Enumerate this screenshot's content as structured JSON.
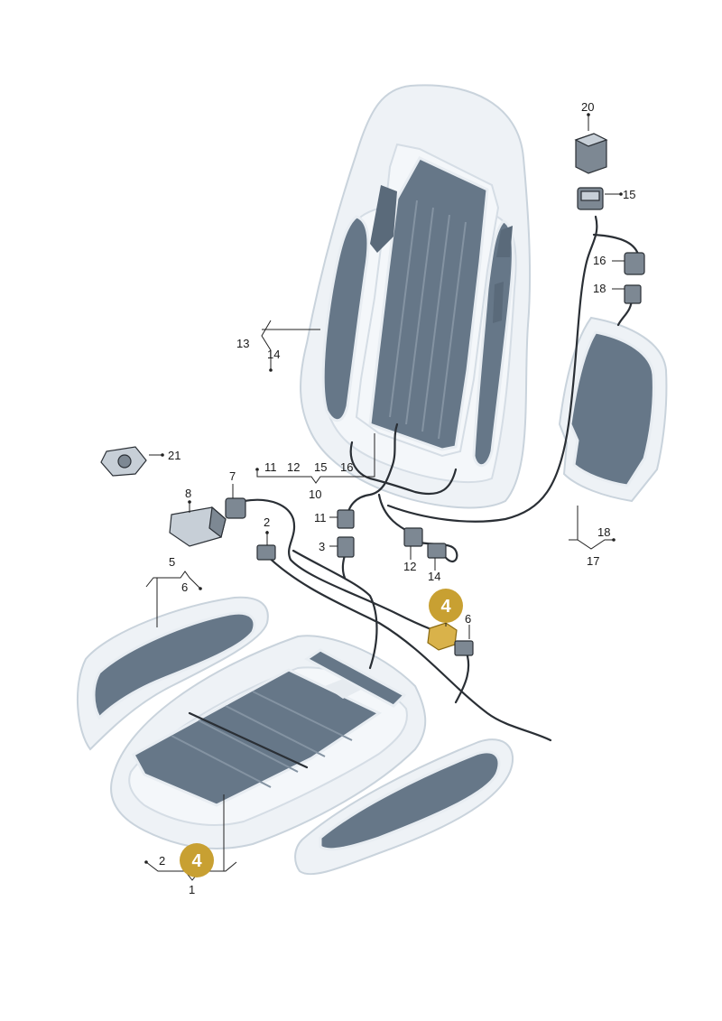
{
  "diagram": {
    "labels": {
      "l1": "1",
      "l2a": "2",
      "l2b": "2",
      "l3": "3",
      "l5": "5",
      "l6a": "6",
      "l6b": "6",
      "l7": "7",
      "l8": "8",
      "l10": "10",
      "l11a": "11",
      "l11b": "11",
      "l12a": "12",
      "l12b": "12",
      "l13": "13",
      "l14a": "14",
      "l14b": "14",
      "l15a": "15",
      "l15b": "15",
      "l16a": "16",
      "l16b": "16",
      "l17": "17",
      "l18a": "18",
      "l18b": "18",
      "l20": "20",
      "l21": "21"
    },
    "callouts": {
      "c1": "4",
      "c2": "4"
    },
    "colors": {
      "callout_fill": "#c8a032",
      "heater_mat": "#667788",
      "seat_shell": "#eef2f6",
      "wire": "#2a2f35"
    }
  }
}
